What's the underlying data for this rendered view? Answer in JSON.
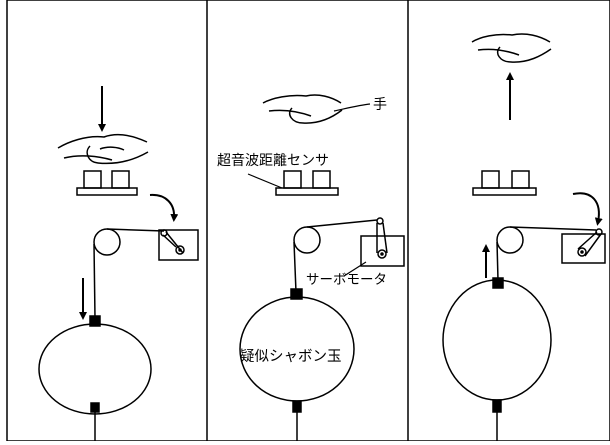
{
  "labels": {
    "hand": "手",
    "sensor": "超音波距離センサ",
    "servo": "サーボモータ",
    "balloon": "疑似シャボン玉"
  },
  "panels": [
    {
      "id": "press",
      "hand_direction": "down",
      "servo_arm": "lowered",
      "balloon_motion": "down"
    },
    {
      "id": "labeled",
      "hand_direction": "none",
      "servo_arm": "raised",
      "balloon_motion": "none"
    },
    {
      "id": "release",
      "hand_direction": "up",
      "servo_arm": "raised",
      "balloon_motion": "up"
    }
  ],
  "colors": {
    "line": "#000000",
    "background": "#ffffff"
  }
}
